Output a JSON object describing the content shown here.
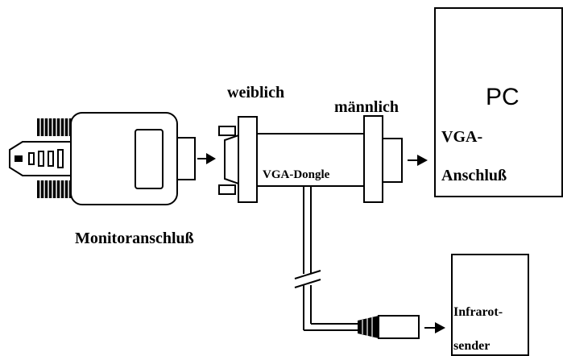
{
  "labels": {
    "pc": "PC",
    "vga_port": [
      "VGA-",
      "Anschluß"
    ],
    "female": "weiblich",
    "male": "männlich",
    "dongle": "VGA-Dongle",
    "monitor_connector": "Monitoranschluß",
    "ir_transmitter": [
      "Infrarot-",
      "sender"
    ]
  },
  "colors": {
    "line": "#000000",
    "background": "#ffffff"
  },
  "icons": [
    "arrow-right-icon",
    "cable-break-icon"
  ]
}
